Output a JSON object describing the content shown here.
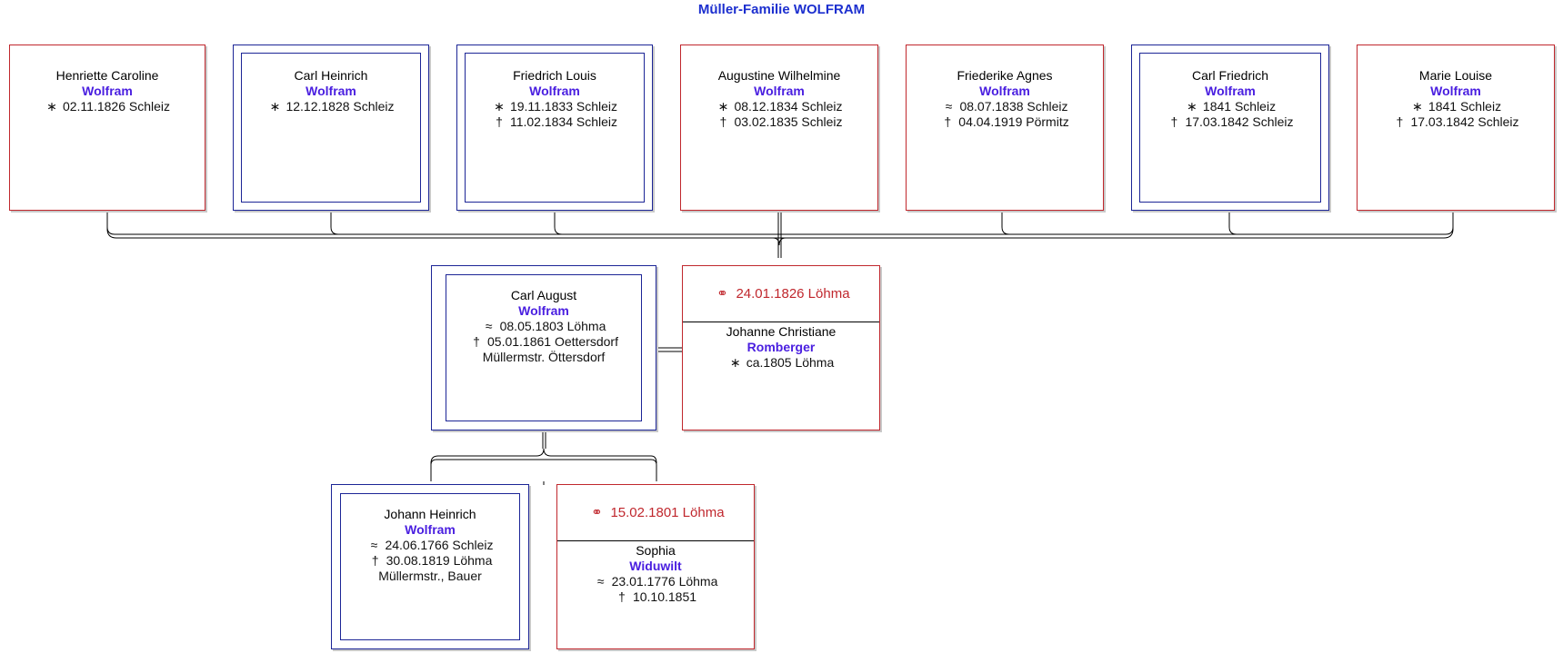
{
  "title": "Müller-Familie WOLFRAM",
  "children": [
    {
      "given": "Henriette Caroline",
      "surname": "Wolfram",
      "events": [
        {
          "icon": "birth-icon",
          "glyph": "∗",
          "text": "02.11.1826 Schleiz"
        }
      ]
    },
    {
      "given": "Carl Heinrich",
      "surname": "Wolfram",
      "events": [
        {
          "icon": "birth-icon",
          "glyph": "∗",
          "text": "12.12.1828 Schleiz"
        }
      ]
    },
    {
      "given": "Friedrich Louis",
      "surname": "Wolfram",
      "events": [
        {
          "icon": "birth-icon",
          "glyph": "∗",
          "text": "19.11.1833 Schleiz"
        },
        {
          "icon": "death-icon",
          "glyph": "†",
          "text": "11.02.1834 Schleiz"
        }
      ]
    },
    {
      "given": "Augustine Wilhelmine",
      "surname": "Wolfram",
      "events": [
        {
          "icon": "birth-icon",
          "glyph": "∗",
          "text": "08.12.1834 Schleiz"
        },
        {
          "icon": "death-icon",
          "glyph": "†",
          "text": "03.02.1835 Schleiz"
        }
      ]
    },
    {
      "given": "Friederike Agnes",
      "surname": "Wolfram",
      "events": [
        {
          "icon": "baptism-icon",
          "glyph": "≈",
          "text": "08.07.1838 Schleiz"
        },
        {
          "icon": "death-icon",
          "glyph": "†",
          "text": "04.04.1919 Pörmitz"
        }
      ]
    },
    {
      "given": "Carl Friedrich",
      "surname": "Wolfram",
      "events": [
        {
          "icon": "birth-icon",
          "glyph": "∗",
          "text": "1841 Schleiz"
        },
        {
          "icon": "death-icon",
          "glyph": "†",
          "text": "17.03.1842 Schleiz"
        }
      ]
    },
    {
      "given": "Marie Louise",
      "surname": "Wolfram",
      "events": [
        {
          "icon": "birth-icon",
          "glyph": "∗",
          "text": "1841 Schleiz"
        },
        {
          "icon": "death-icon",
          "glyph": "†",
          "text": "17.03.1842 Schleiz"
        }
      ]
    }
  ],
  "father": {
    "given": "Carl August",
    "surname": "Wolfram",
    "events": [
      {
        "icon": "baptism-icon",
        "glyph": "≈",
        "text": "08.05.1803 Löhma"
      },
      {
        "icon": "death-icon",
        "glyph": "†",
        "text": "05.01.1861 Oettersdorf"
      }
    ],
    "occupation": "Müllermstr. Öttersdorf"
  },
  "father_marriage": {
    "icon": "marriage-rings-icon",
    "glyph": "⚭",
    "date": "24.01.1826 Löhma",
    "spouse": {
      "given": "Johanne Christiane",
      "surname": "Romberger",
      "events": [
        {
          "icon": "birth-icon",
          "glyph": "∗",
          "text": "ca.1805 Löhma"
        }
      ]
    }
  },
  "grandfather": {
    "given": "Johann Heinrich",
    "surname": "Wolfram",
    "events": [
      {
        "icon": "baptism-icon",
        "glyph": "≈",
        "text": "24.06.1766 Schleiz"
      },
      {
        "icon": "death-icon",
        "glyph": "†",
        "text": "30.08.1819 Löhma"
      }
    ],
    "occupation": "Müllermstr., Bauer"
  },
  "grandfather_marriage": {
    "icon": "marriage-rings-icon",
    "glyph": "⚭",
    "date": "15.02.1801 Löhma",
    "spouse": {
      "given": "Sophia",
      "surname": "Widuwilt",
      "events": [
        {
          "icon": "baptism-icon",
          "glyph": "≈",
          "text": "23.01.1776 Löhma"
        },
        {
          "icon": "death-icon",
          "glyph": "†",
          "text": "10.10.1851"
        }
      ]
    }
  },
  "colors": {
    "male_border": "#1c2596",
    "female_border": "#c0272d",
    "surname": "#4a1fe0",
    "title": "#1c2fcf",
    "marriage_text": "#c0272d"
  }
}
